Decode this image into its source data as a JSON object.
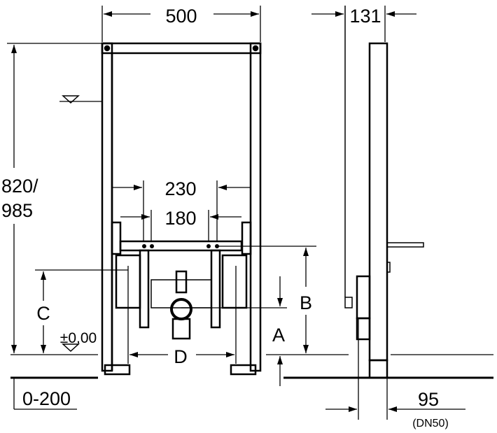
{
  "drawing": {
    "dimensions": {
      "frame_width": "500",
      "frame_depth": "131",
      "height_line1": "820/",
      "height_line2": "985",
      "spacing_outer": "230",
      "spacing_inner": "180",
      "label_a": "A",
      "label_b": "B",
      "label_c": "C",
      "label_d": "D",
      "floor_level": "±0,00",
      "leg_adjust": "0-200",
      "drain_offset": "95",
      "drain_size": "(DN50)"
    },
    "colors": {
      "line": "#000000",
      "background": "#ffffff"
    }
  }
}
